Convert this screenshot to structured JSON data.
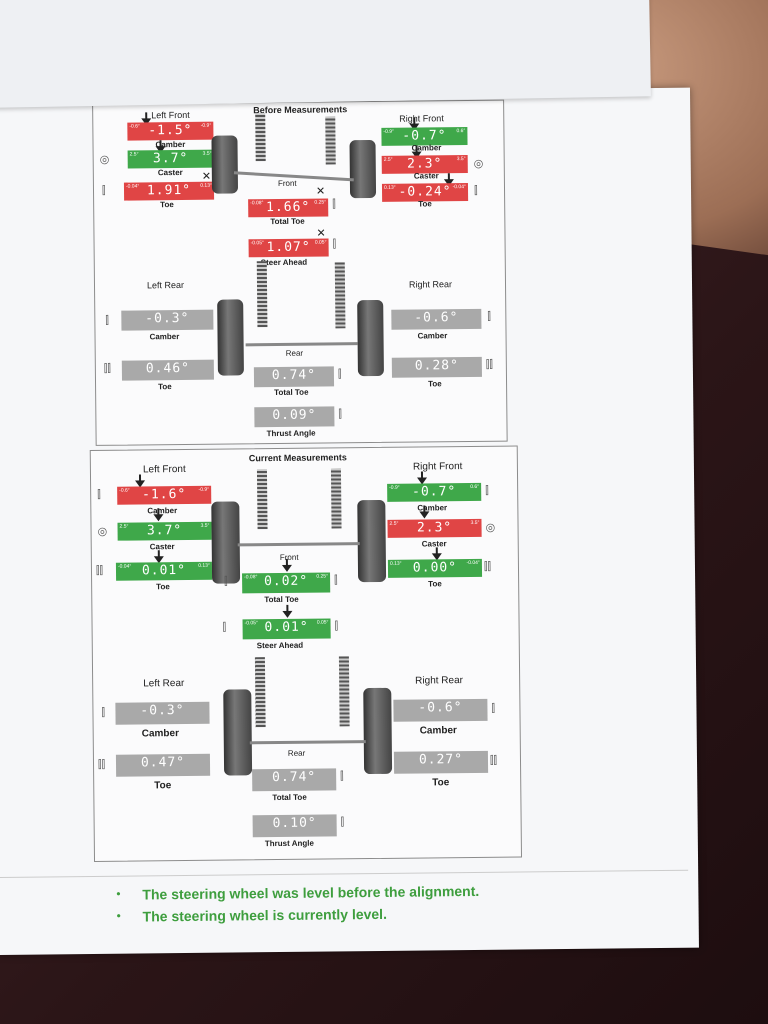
{
  "before": {
    "title": "Before Measurements",
    "left_front": "Left Front",
    "right_front": "Right Front",
    "front": "Front",
    "left_rear": "Left Rear",
    "right_rear": "Right Rear",
    "rear": "Rear",
    "lf_camber": {
      "value": "-1.5°",
      "min": "-0.6°",
      "max": "-0.9°",
      "label": "Camber",
      "color": "red"
    },
    "lf_caster": {
      "value": "3.7°",
      "min": "2.5°",
      "max": "3.5°",
      "label": "Caster",
      "color": "green"
    },
    "lf_toe": {
      "value": "1.91°",
      "min": "-0.04°",
      "max": "0.13°",
      "label": "Toe",
      "color": "red"
    },
    "rf_camber": {
      "value": "-0.7°",
      "min": "-0.9°",
      "max": "0.6°",
      "label": "Camber",
      "color": "green"
    },
    "rf_caster": {
      "value": "2.3°",
      "min": "2.5°",
      "max": "3.5°",
      "label": "Caster",
      "color": "red"
    },
    "rf_toe": {
      "value": "-0.24°",
      "min": "0.13°",
      "max": "-0.04°",
      "label": "Toe",
      "color": "red"
    },
    "total_toe": {
      "value": "1.66°",
      "min": "-0.08°",
      "max": "0.25°",
      "label": "Total Toe",
      "color": "red"
    },
    "steer_ahead": {
      "value": "1.07°",
      "min": "-0.05°",
      "max": "0.05°",
      "label": "Steer Ahead",
      "color": "red"
    },
    "lr_camber": {
      "value": "-0.3°",
      "label": "Camber",
      "color": "gray"
    },
    "lr_toe": {
      "value": "0.46°",
      "label": "Toe",
      "color": "gray"
    },
    "rr_camber": {
      "value": "-0.6°",
      "label": "Camber",
      "color": "gray"
    },
    "rr_toe": {
      "value": "0.28°",
      "label": "Toe",
      "color": "gray"
    },
    "rear_total_toe": {
      "value": "0.74°",
      "label": "Total Toe",
      "color": "gray"
    },
    "thrust_angle": {
      "value": "0.09°",
      "label": "Thrust Angle",
      "color": "gray"
    }
  },
  "current": {
    "title": "Current Measurements",
    "left_front": "Left Front",
    "right_front": "Right Front",
    "front": "Front",
    "left_rear": "Left Rear",
    "right_rear": "Right Rear",
    "rear": "Rear",
    "lf_camber": {
      "value": "-1.6°",
      "min": "-0.6°",
      "max": "-0.9°",
      "label": "Camber",
      "color": "red"
    },
    "lf_caster": {
      "value": "3.7°",
      "min": "2.5°",
      "max": "3.5°",
      "label": "Caster",
      "color": "green"
    },
    "lf_toe": {
      "value": "0.01°",
      "min": "-0.04°",
      "max": "0.13°",
      "label": "Toe",
      "color": "green"
    },
    "rf_camber": {
      "value": "-0.7°",
      "min": "-0.9°",
      "max": "0.6°",
      "label": "Camber",
      "color": "green"
    },
    "rf_caster": {
      "value": "2.3°",
      "min": "2.5°",
      "max": "3.5°",
      "label": "Caster",
      "color": "red"
    },
    "rf_toe": {
      "value": "0.00°",
      "min": "0.13°",
      "max": "-0.04°",
      "label": "Toe",
      "color": "green"
    },
    "total_toe": {
      "value": "0.02°",
      "min": "-0.08°",
      "max": "0.25°",
      "label": "Total Toe",
      "color": "green"
    },
    "steer_ahead": {
      "value": "0.01°",
      "min": "-0.05°",
      "max": "0.05°",
      "label": "Steer Ahead",
      "color": "green"
    },
    "lr_camber": {
      "value": "-0.3°",
      "label": "Camber",
      "color": "gray"
    },
    "lr_toe": {
      "value": "0.47°",
      "label": "Toe",
      "color": "gray"
    },
    "rr_camber": {
      "value": "-0.6°",
      "label": "Camber",
      "color": "gray"
    },
    "rr_toe": {
      "value": "0.27°",
      "label": "Toe",
      "color": "gray"
    },
    "rear_total_toe": {
      "value": "0.74°",
      "label": "Total Toe",
      "color": "gray"
    },
    "thrust_angle": {
      "value": "0.10°",
      "label": "Thrust Angle",
      "color": "gray"
    }
  },
  "notes": [
    "The steering wheel was level before the alignment.",
    "The steering wheel is currently level."
  ],
  "colors": {
    "out_of_spec": "#e04545",
    "in_spec": "#3fa84a",
    "no_spec": "#a9a9a9",
    "note_text": "#3e9e3e"
  }
}
